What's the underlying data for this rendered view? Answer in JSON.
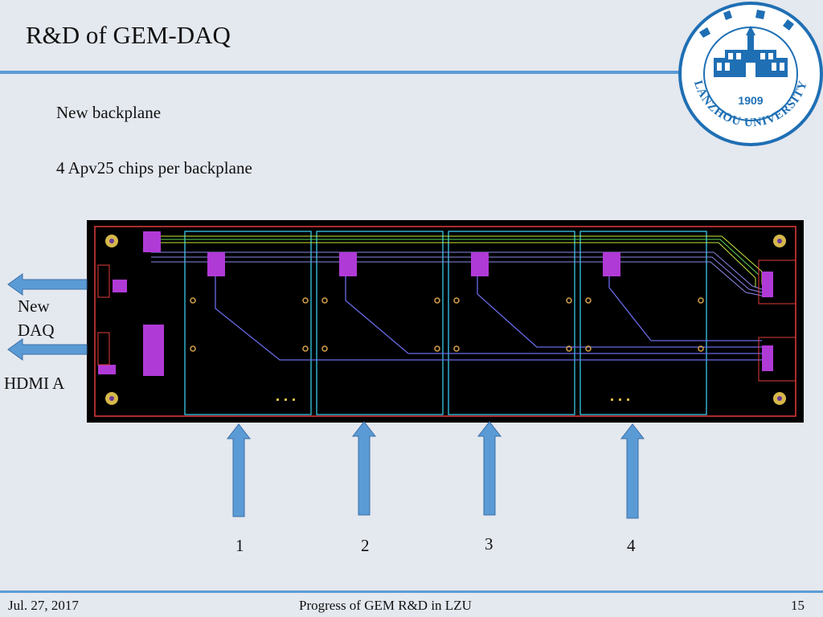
{
  "slide": {
    "title": "R&D of GEM-DAQ",
    "subtitle1": "New backplane",
    "subtitle2": "4 Apv25 chips per backplane"
  },
  "labels": {
    "new_daq_line1": "New",
    "new_daq_line2": "DAQ",
    "hdmi": "HDMI A",
    "n1": "1",
    "n2": "2",
    "n3": "3",
    "n4": "4"
  },
  "logo": {
    "year": "1909",
    "name": "LANZHOU UNIVERSITY"
  },
  "footer": {
    "date": "Jul. 27, 2017",
    "center": "Progress of GEM R&D in LZU",
    "page": "15"
  },
  "colors": {
    "accent": "#5b9bd5",
    "logo_blue": "#1f6fb4",
    "pcb_bg": "#000000"
  }
}
